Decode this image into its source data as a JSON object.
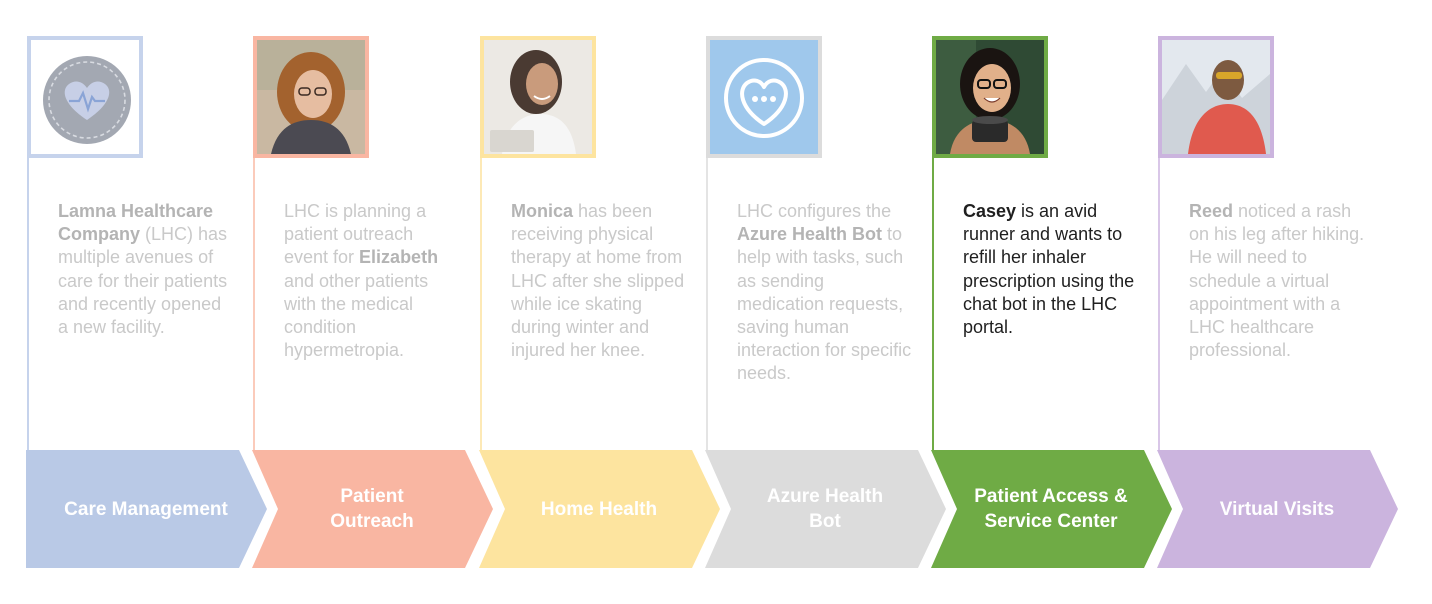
{
  "columns": [
    {
      "id": "care",
      "label": "Care Management",
      "color": "#b9c9e6",
      "active": false,
      "icon": "heart-pulse-icon",
      "story": [
        {
          "bold": true,
          "text": "Lamna Healthcare Company"
        },
        {
          "bold": false,
          "text": " (LHC) has multiple avenues of care for their patients and recently opened a new facility."
        }
      ]
    },
    {
      "id": "outreach",
      "label": "Patient\nOutreach",
      "color": "#f9b6a2",
      "active": false,
      "icon": "patient-photo-elizabeth",
      "story": [
        {
          "bold": false,
          "text": "LHC is planning a patient outreach event for "
        },
        {
          "bold": true,
          "text": "Elizabeth"
        },
        {
          "bold": false,
          "text": " and other patients with the medical condition hypermetropia."
        }
      ]
    },
    {
      "id": "home",
      "label": "Home Health",
      "color": "#fde49f",
      "active": false,
      "icon": "patient-photo-monica",
      "story": [
        {
          "bold": true,
          "text": "Monica"
        },
        {
          "bold": false,
          "text": " has been receiving physical therapy at home from LHC after she slipped while ice skating during winter and injured her knee."
        }
      ]
    },
    {
      "id": "bot",
      "label": "Azure Health\nBot",
      "color": "#dcdcdc",
      "active": false,
      "icon": "chat-heart-icon",
      "story": [
        {
          "bold": false,
          "text": "LHC configures the "
        },
        {
          "bold": true,
          "text": "Azure Health Bot"
        },
        {
          "bold": false,
          "text": " to help with tasks, such as sending medication requests, saving human interaction for specific needs."
        }
      ]
    },
    {
      "id": "access",
      "label": "Patient Access &\nService Center",
      "color": "#6fab45",
      "active": true,
      "icon": "patient-photo-casey",
      "story": [
        {
          "bold": true,
          "text": "Casey"
        },
        {
          "bold": false,
          "text": " is an avid runner and wants to refill her inhaler prescription using the chat bot in the LHC portal."
        }
      ]
    },
    {
      "id": "virtual",
      "label": "Virtual Visits",
      "color": "#cbb4de",
      "active": false,
      "icon": "patient-photo-reed",
      "story": [
        {
          "bold": true,
          "text": "Reed"
        },
        {
          "bold": false,
          "text": " noticed a rash on his leg after hiking. He will need to schedule a virtual appointment with a LHC healthcare professional."
        }
      ]
    }
  ]
}
